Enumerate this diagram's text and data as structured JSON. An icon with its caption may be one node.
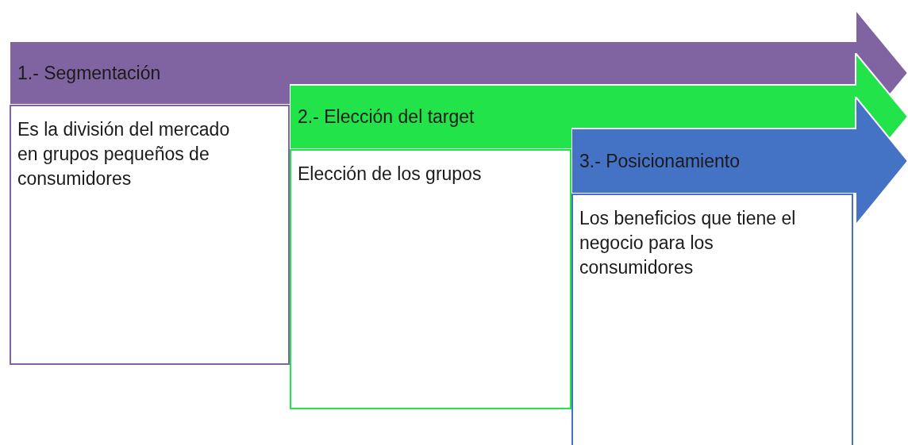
{
  "diagram": {
    "nodes": [
      {
        "text": [
          "1.- Segmentación"
        ]
      },
      {
        "text": [
          "Es la división del mercado en grupos pequeños de consumidores"
        ]
      },
      {
        "text": [
          "2.- Elección del target"
        ]
      },
      {
        "text": [
          "Elección de los grupos"
        ]
      },
      {
        "text": [
          "3.- Posicionamiento"
        ]
      },
      {
        "text": [
          "Los beneficios que tiene el negocio para los consumidores"
        ]
      }
    ]
  }
}
